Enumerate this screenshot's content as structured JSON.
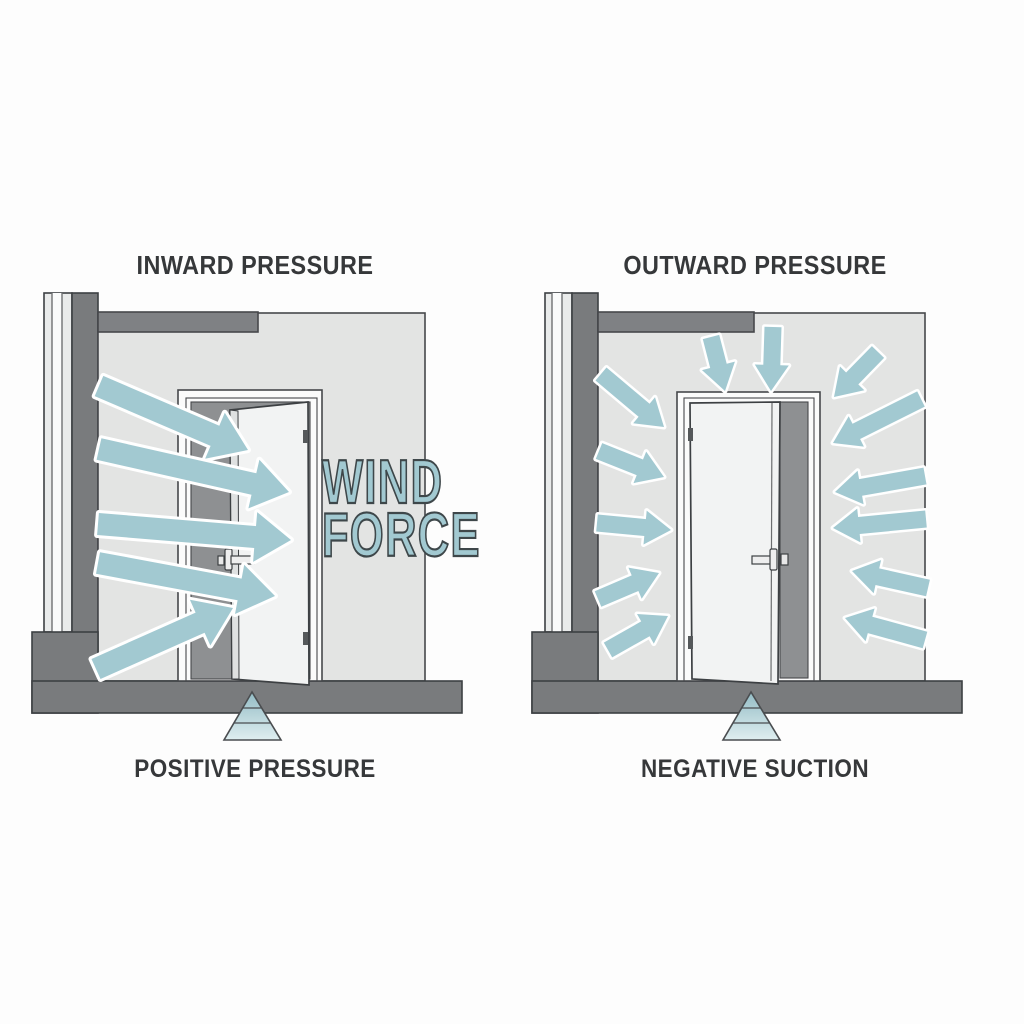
{
  "diagram": {
    "panels": [
      {
        "id": "left",
        "title": "INWARD PRESSURE",
        "caption": "POSITIVE PRESSURE",
        "wind_label": [
          "WIND",
          "FORCE"
        ],
        "door_state": "blown open inward",
        "arrow_style": {
          "shaft_halfwidth": 11,
          "head_length": 36,
          "head_halfwidth": 25,
          "halo": 6
        },
        "arrows": [
          {
            "from": [
              99,
              386
            ],
            "to": [
              248,
              450
            ]
          },
          {
            "from": [
              99,
              449
            ],
            "to": [
              289,
              492
            ]
          },
          {
            "from": [
              98,
              524
            ],
            "to": [
              291,
              540
            ]
          },
          {
            "from": [
              98,
              563
            ],
            "to": [
              275,
              596
            ]
          },
          {
            "from": [
              96,
              669
            ],
            "to": [
              233,
              608
            ]
          }
        ]
      },
      {
        "id": "right",
        "title": "OUTWARD PRESSURE",
        "caption": "NEGATIVE SUCTION",
        "wind_label": [],
        "door_state": "pressed outward, suction gap at latch side",
        "arrow_style": {
          "shaft_halfwidth": 8.5,
          "head_length": 26,
          "head_halfwidth": 17,
          "halo": 5
        },
        "arrows": [
          {
            "from": [
              711,
              337
            ],
            "to": [
              725,
              391
            ]
          },
          {
            "from": [
              773,
              327
            ],
            "to": [
              771,
              391
            ]
          },
          {
            "from": [
              601,
              374
            ],
            "to": [
              664,
              427
            ]
          },
          {
            "from": [
              599,
              451
            ],
            "to": [
              664,
              477
            ]
          },
          {
            "from": [
              597,
              523
            ],
            "to": [
              671,
              530
            ]
          },
          {
            "from": [
              598,
              599
            ],
            "to": [
              659,
              573
            ]
          },
          {
            "from": [
              608,
              650
            ],
            "to": [
              668,
              616
            ]
          },
          {
            "from": [
              878,
              352
            ],
            "to": [
              834,
              397
            ]
          },
          {
            "from": [
              921,
              399
            ],
            "to": [
              833,
              443
            ]
          },
          {
            "from": [
              925,
              476
            ],
            "to": [
              835,
              492
            ]
          },
          {
            "from": [
              926,
              519
            ],
            "to": [
              833,
              528
            ]
          },
          {
            "from": [
              928,
              588
            ],
            "to": [
              852,
              571
            ]
          },
          {
            "from": [
              925,
              640
            ],
            "to": [
              845,
              618
            ]
          }
        ]
      }
    ]
  },
  "colors": {
    "background": "#fdfdfd",
    "wall_dark_gray": "#797b7d",
    "beam_gray": "#7f8184",
    "room_light_gray": "#e3e4e3",
    "doorway_opening_gray": "#8e9092",
    "outline_dark": "#3d4043",
    "arrow_teal": "#a2c9d1",
    "arrow_halo_white": "#ffffff",
    "wind_text_teal": "#a2c9d1",
    "wind_text_outline": "#3e474a",
    "label_text_dark": "#36383a",
    "door_white": "#f2f3f3",
    "triangle_teal_top": "#93bcc5",
    "triangle_teal_bottom": "#dfeef0"
  }
}
